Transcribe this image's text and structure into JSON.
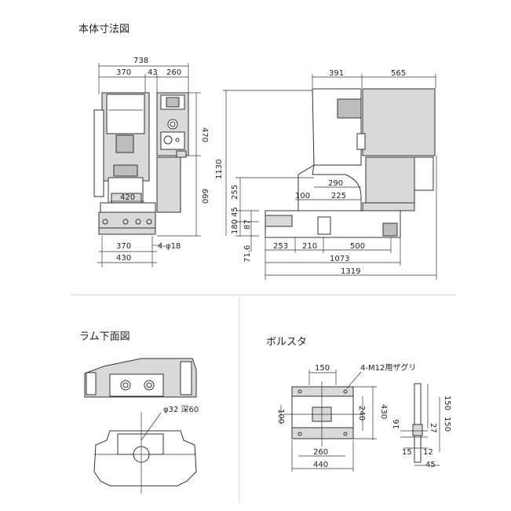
{
  "titles": {
    "main": "本体寸法図",
    "ram": "ラム下面図",
    "bolster": "ボルスタ"
  },
  "front_dims": {
    "top_total": "738",
    "top_a": "370",
    "top_b": "43",
    "top_c": "260",
    "right_upper": "470",
    "right_lower": "660",
    "inner_width": "420",
    "bottom_a": "370",
    "bottom_total": "430",
    "holes": "4-φ18"
  },
  "side_dims": {
    "top_a": "391",
    "top_b": "565",
    "height_total": "1130",
    "h_255": "255",
    "h_180": "180",
    "h_45": "45",
    "h_87": "87",
    "h_71_6": "71.6",
    "w_290": "290",
    "w_225": "225",
    "w_100": "100",
    "w_253": "253",
    "w_210": "210",
    "w_500": "500",
    "w_1073": "1073",
    "w_1319": "1319"
  },
  "ram_dims": {
    "hole": "φ32 深60"
  },
  "bolster_dims": {
    "w_150": "150",
    "screws": "4-M12用ザグリ",
    "h_100": "100",
    "h_240": "240",
    "h_430": "430",
    "w_260": "260",
    "w_440": "440",
    "r_150a": "150",
    "r_150b": "150",
    "r_27": "27",
    "r_16": "16",
    "r_15": "15",
    "r_12": "12",
    "r_45": "45"
  }
}
